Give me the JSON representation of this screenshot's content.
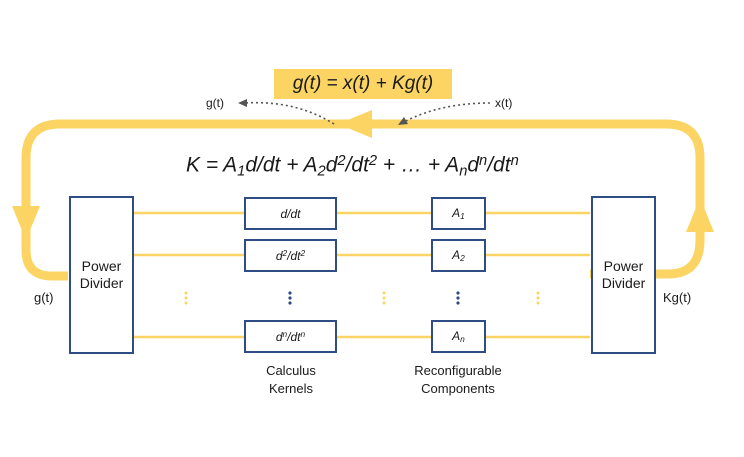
{
  "equation_top": "g(t) = x(t) + Kg(t)",
  "equation_k": {
    "prefix": "K = A",
    "s1": "1",
    "m1": "d/dt + A",
    "s2": "2",
    "m2": "d",
    "p2": "2",
    "m3": "/dt",
    "p3": "2",
    "m4": " + … + A",
    "sn": "n",
    "m5": "d",
    "pn": "n",
    "m6": "/dt",
    "pn2": "n"
  },
  "signals": {
    "g_out_top": "g(t)",
    "x_in": "x(t)",
    "g_left": "g(t)",
    "kg_right": "Kg(t)"
  },
  "power_divider_left": [
    "Power",
    "Divider"
  ],
  "power_divider_right": [
    "Power",
    "Divider"
  ],
  "kernels": {
    "k1": "d/dt",
    "k2_a": "d",
    "k2_p": "2",
    "k2_b": "/dt",
    "k2_q": "2",
    "kn_a": "d",
    "kn_p": "n",
    "kn_b": "/dt",
    "kn_q": "n"
  },
  "components": {
    "a1": "A",
    "a1_sub": "1",
    "a2": "A",
    "a2_sub": "2",
    "an": "A",
    "an_sub": "n"
  },
  "ellipsis": "⋮",
  "captions": {
    "kernels": [
      "Calculus",
      "Kernels"
    ],
    "components": [
      "Reconfigurable",
      "Components"
    ]
  },
  "colors": {
    "yellow": "#fbd463",
    "navy": "#2f4d85",
    "dotted": "#555555"
  }
}
